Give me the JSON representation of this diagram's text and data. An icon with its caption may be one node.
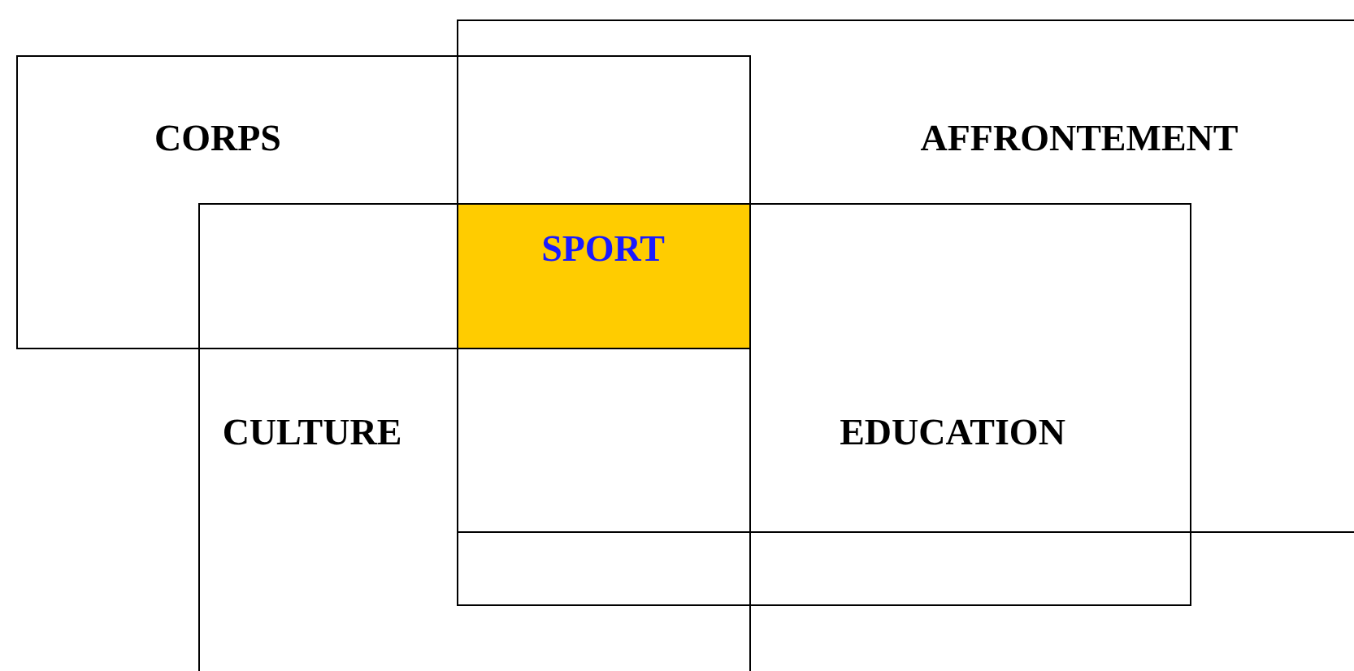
{
  "diagram": {
    "nodes": [
      {
        "text": [
          "CORPS"
        ]
      },
      {
        "text": [
          "AFFRONTEMENT"
        ]
      },
      {
        "text": [
          "CULTURE"
        ]
      },
      {
        "text": [
          "EDUCATION"
        ]
      },
      {
        "text": [
          "SPORT"
        ]
      }
    ]
  }
}
